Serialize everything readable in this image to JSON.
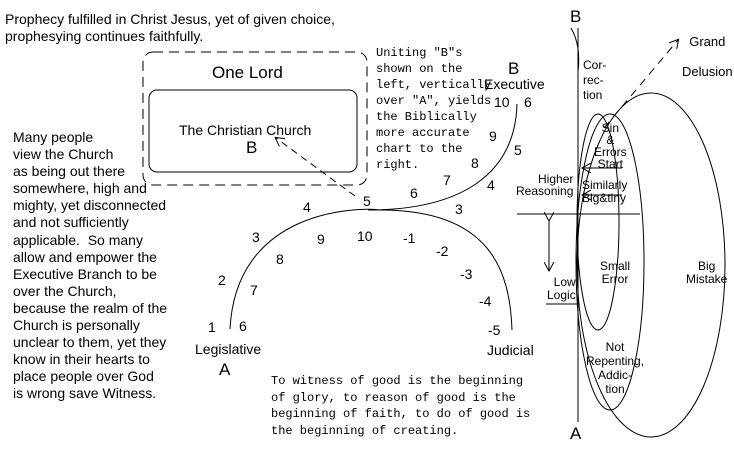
{
  "header_text": "Prophecy fulfilled in Christ Jesus, yet of given choice,\nprophesying continues faithfully.",
  "one_lord_label": "One Lord",
  "church_label": "The Christian Church",
  "church_b_label": "B",
  "uniting_note": "Uniting \"B\"s\nshown on the\nleft, vertically\nover \"A\", yields\nthe Biblically\nmore accurate\nchart to the\nright.",
  "left_paragraph": "Many people\nview the Church\nas being out there\nsomewhere, high and\nmighty, yet disconnected\nand not sufficiently\napplicable.  So many\nallow and empower the\nExecutive Branch to be\nover the Church,\nbecause the realm of the\nChurch is personally\nunclear to them, yet they\nknow in their hearts to\nplace people over God\nis wrong save Witness.",
  "bottom_note": "To witness of good is the beginning\nof glory, to reason of good is the\nbeginning of faith, to do of good is\nthe beginning of creating.",
  "branches": {
    "executive_letter": "B",
    "executive": "Executive",
    "legislative": "Legislative",
    "legislative_letter": "A",
    "judicial": "Judicial"
  },
  "scale": {
    "legislative_outer": [
      "1",
      "2",
      "3",
      "4",
      "5"
    ],
    "legislative_inner": [
      "6",
      "7",
      "8",
      "9",
      "10"
    ],
    "executive_outer": [
      "6",
      "7",
      "8",
      "9",
      "10"
    ],
    "executive_inner": [
      "3",
      "4",
      "5",
      "6"
    ],
    "judicial_inner": [
      "-1",
      "-2",
      "-3",
      "-4",
      "-5"
    ]
  },
  "right_chart": {
    "top_letter": "B",
    "bottom_letter": "A",
    "grand_delusion": "Grand\nDelusion",
    "correction": "Cor-\nrec-\ntion",
    "sins_errors_start": "Sin\n&\nErrors\nStart",
    "higher_reasoning": "Higher\nReasoning",
    "similarly": "Similarly\nBig&tiny",
    "low_logic": "Low\nLogic",
    "small_error": "Small\nError",
    "big_mistake": "Big\nMistake",
    "not_repenting": "Not\nRepenting,\nAddic-\ntion"
  }
}
